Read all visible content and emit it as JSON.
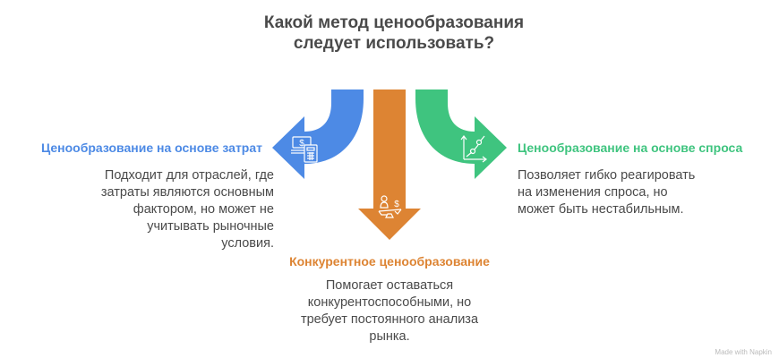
{
  "title": "Какой метод ценообразования следует использовать?",
  "colors": {
    "cost": "#4d8ae5",
    "competitive": "#dd8433",
    "demand": "#3fc47f",
    "title_text": "#4a4a4a",
    "body_text": "#4a4a4a"
  },
  "options": [
    {
      "id": "cost",
      "heading": "Ценообразование на основе затрат",
      "description": "Подходит для отраслей, где затраты являются основным фактором, но может не учитывать рыночные условия.",
      "icon": "money-calculator-icon"
    },
    {
      "id": "competitive",
      "heading": "Конкурентное ценообразование",
      "description": "Помогает оставаться конкурентоспособными, но требует постоянного анализа рынка.",
      "icon": "person-scale-dollar-icon"
    },
    {
      "id": "demand",
      "heading": "Ценообразование на основе спроса",
      "description": "Позволяет гибко реагировать на изменения спроса, но может быть нестабильным.",
      "icon": "growth-chart-icon"
    }
  ],
  "footer": "Made with Napkin"
}
